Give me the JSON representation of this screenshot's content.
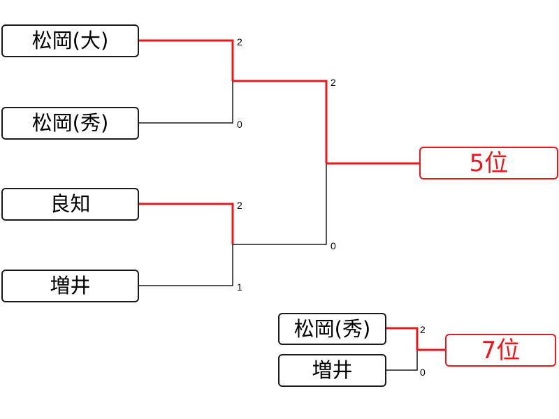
{
  "colors": {
    "winner_line": "#e8191d",
    "loser_line": "#1a1a1a",
    "box_border": "#1a1a1a",
    "result_text": "#e8191d"
  },
  "main_bracket": {
    "players": [
      "松岡(大)",
      "松岡(秀)",
      "良知",
      "増井"
    ],
    "semifinal_scores": [
      "2",
      "0",
      "2",
      "1"
    ],
    "final_scores": [
      "2",
      "0"
    ],
    "result_label": "5位"
  },
  "consolation_bracket": {
    "players": [
      "松岡(秀)",
      "増井"
    ],
    "scores": [
      "2",
      "0"
    ],
    "result_label": "7位"
  }
}
